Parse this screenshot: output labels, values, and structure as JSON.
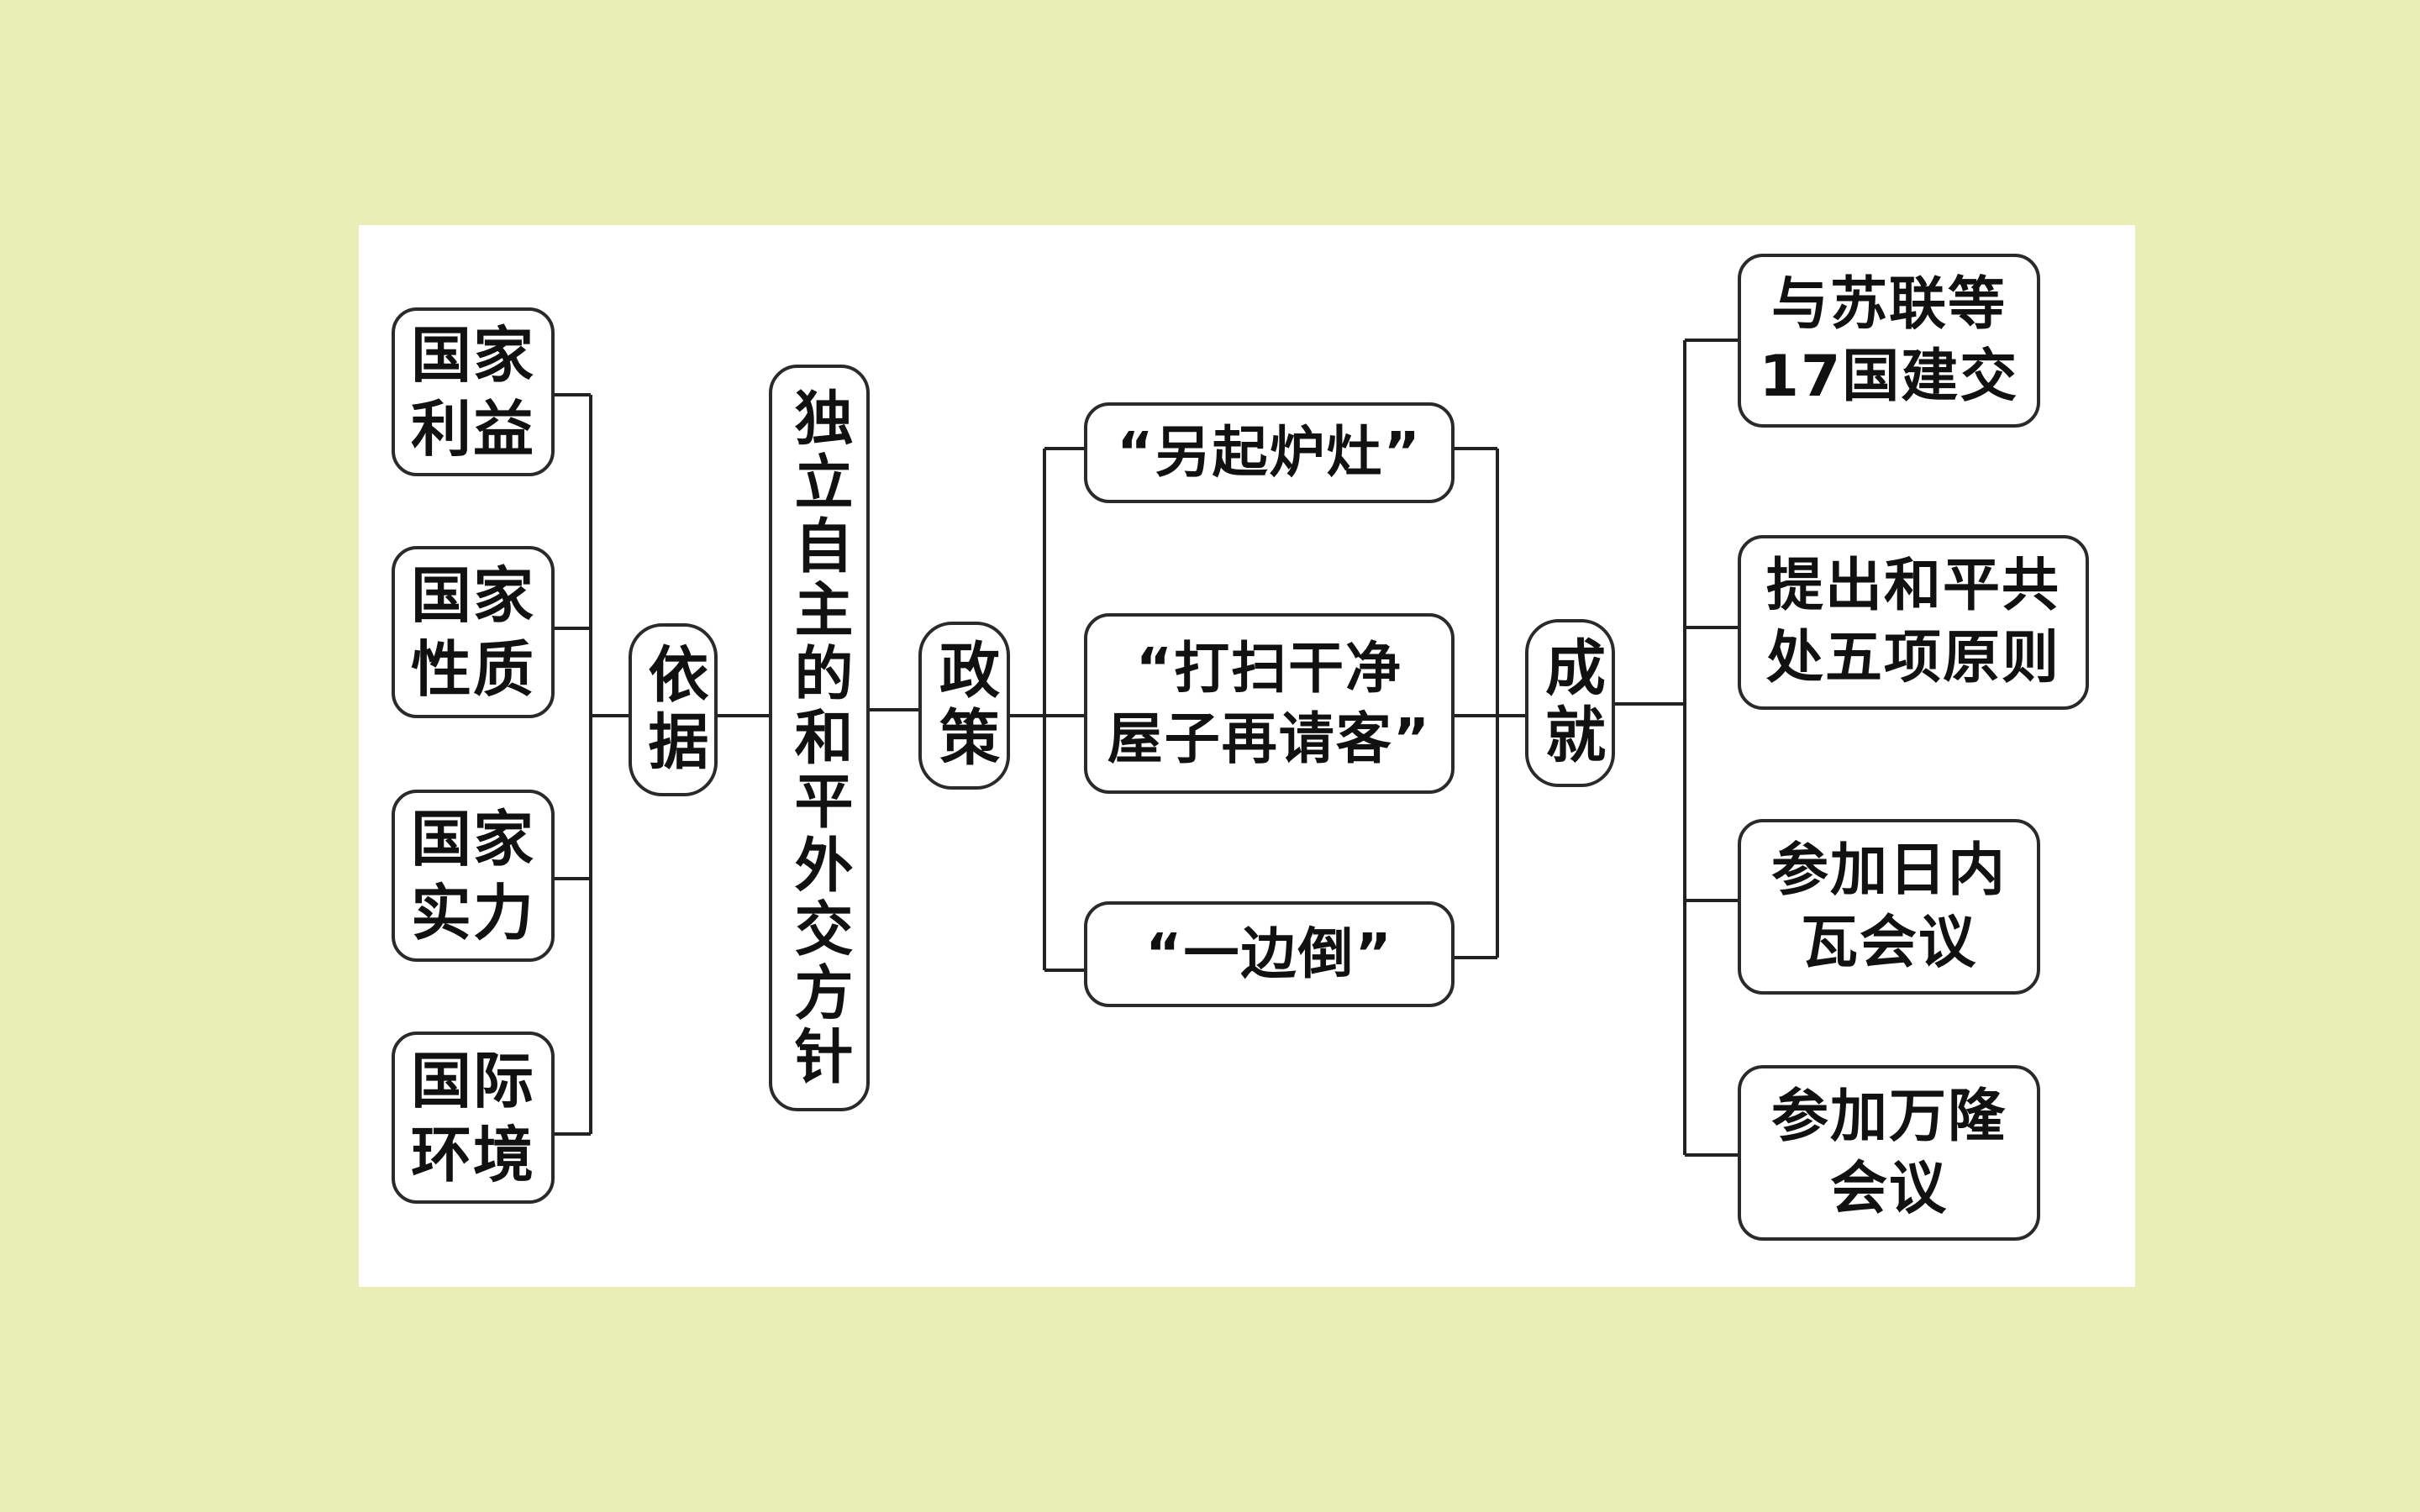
{
  "factors": [
    {
      "line1": "国家",
      "line2": "利益"
    },
    {
      "line1": "国家",
      "line2": "性质"
    },
    {
      "line1": "国家",
      "line2": "实力"
    },
    {
      "line1": "国际",
      "line2": "环境"
    }
  ],
  "basis_label": "依据",
  "policy_title": "独立自主的和平外交方针",
  "policy_label": "政策",
  "policies": [
    {
      "line1": "“另起炉灶”",
      "line2": ""
    },
    {
      "line1": "“打扫干净",
      "line2": "屋子再请客”"
    },
    {
      "line1": "“一边倒”",
      "line2": ""
    }
  ],
  "achievement_label": "成就",
  "achievements": [
    {
      "line1": "与苏联等",
      "line2": "17国建交"
    },
    {
      "line1": "提出和平共",
      "line2": "处五项原则"
    },
    {
      "line1": "参加日内",
      "line2": "瓦会议"
    },
    {
      "line1": "参加万隆",
      "line2": "会议"
    }
  ]
}
